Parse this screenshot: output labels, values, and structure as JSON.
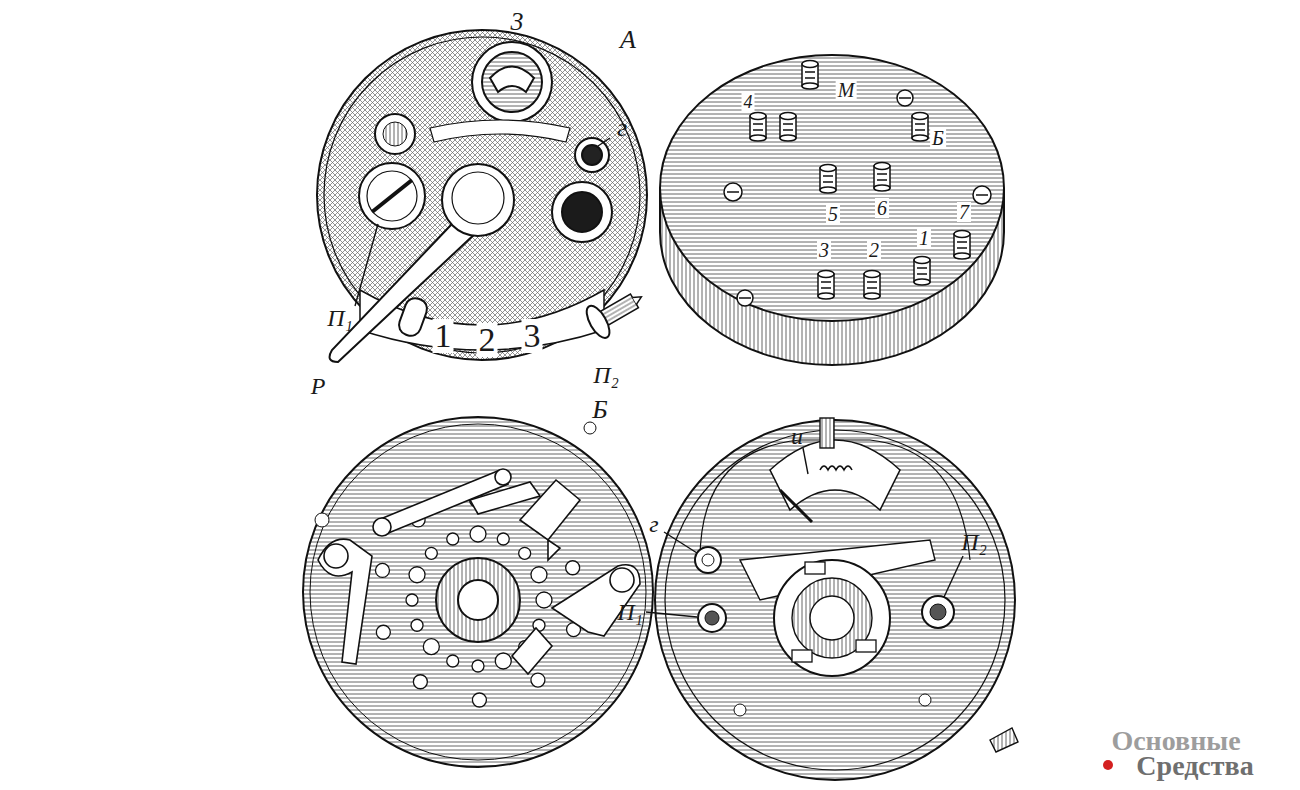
{
  "diagram": {
    "labels": [
      "3",
      "А",
      "г",
      "П₁",
      "Р",
      "П₂",
      "1",
      "2",
      "3",
      "М",
      "4",
      "Б",
      "5",
      "6",
      "7",
      "3",
      "2",
      "1",
      "Б",
      "и",
      "г",
      "П₁",
      "П₂",
      "Основные",
      "Средства"
    ]
  }
}
